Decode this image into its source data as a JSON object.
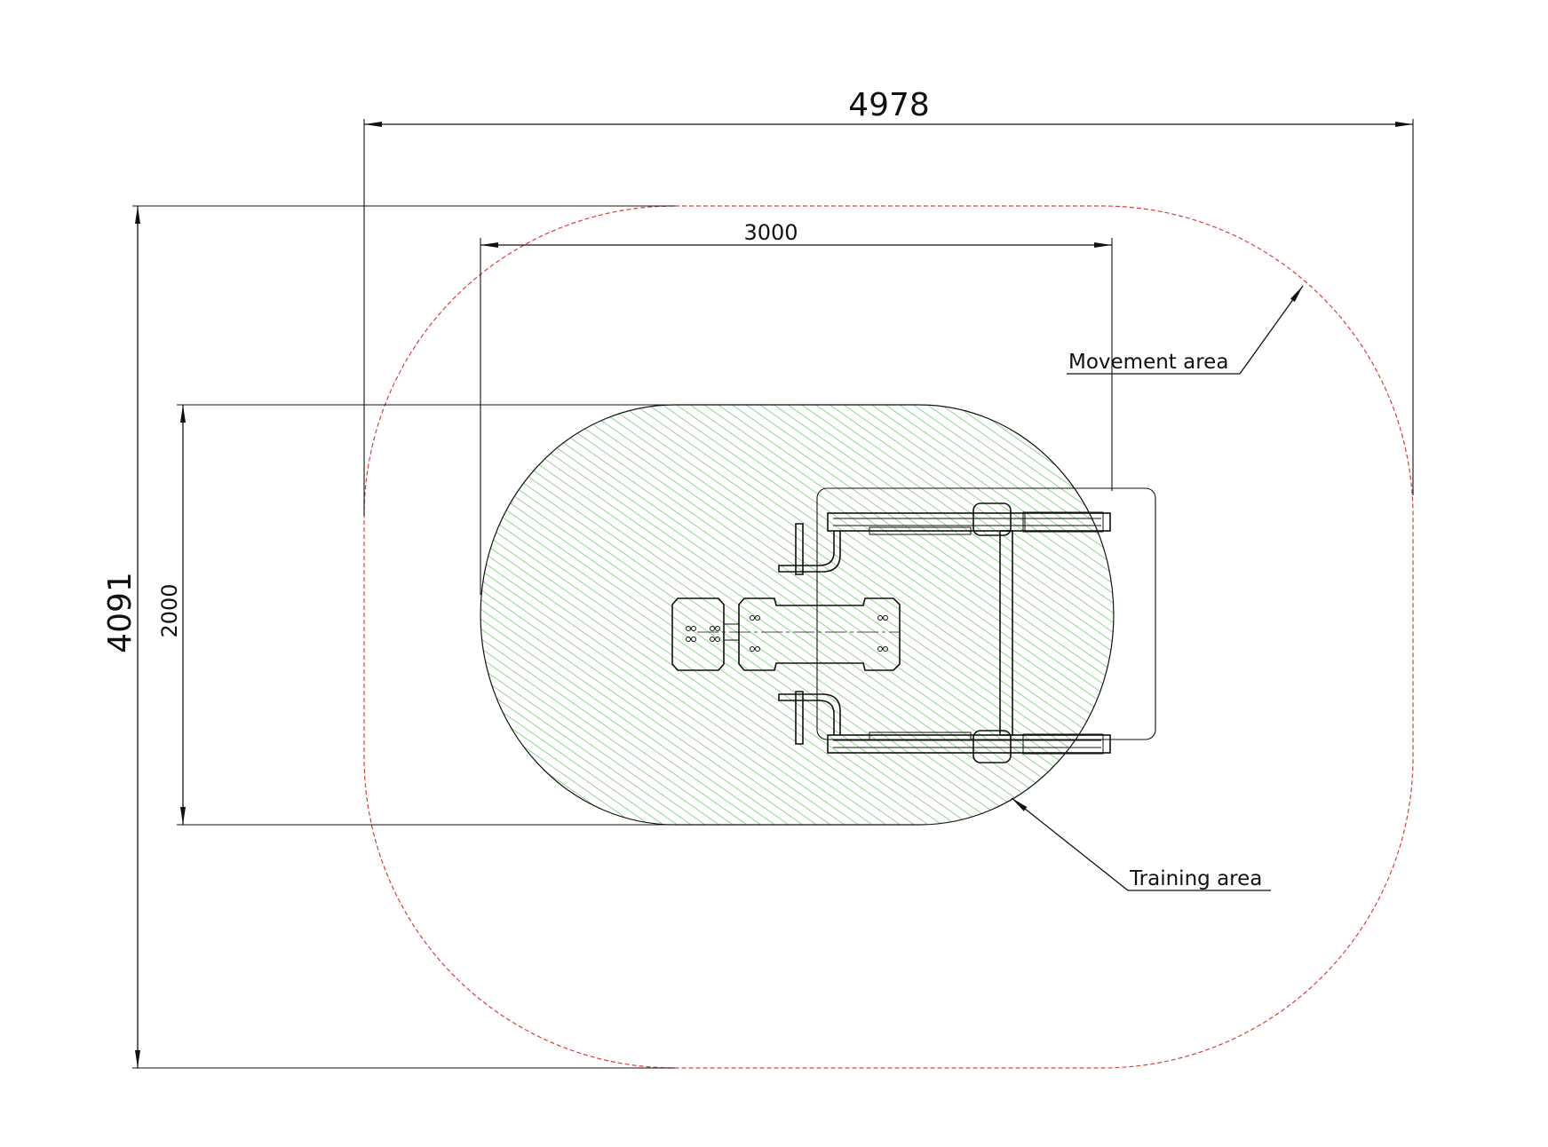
{
  "dimensions": {
    "overall_width": "4978",
    "equipment_width": "3000",
    "overall_depth": "4091",
    "training_depth": "2000"
  },
  "labels": {
    "movement_area": "Movement area",
    "training_area": "Training area"
  },
  "colors": {
    "movement_area_outline": "#d9403a",
    "training_area_hatch": "#3fba3f",
    "line": "#111111"
  }
}
